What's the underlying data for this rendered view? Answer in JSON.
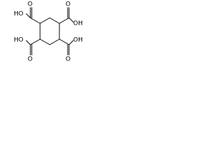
{
  "molecule": {
    "atom_labels": [
      {
        "id": "oh-top-left",
        "text": "HO"
      },
      {
        "id": "oh-top-right",
        "text": "OH"
      },
      {
        "id": "o-top-left",
        "text": "O"
      },
      {
        "id": "o-top-right",
        "text": "O"
      },
      {
        "id": "oh-bottom-left",
        "text": "HO"
      },
      {
        "id": "oh-bottom-right",
        "text": "OH"
      },
      {
        "id": "o-bottom-left",
        "text": "O"
      },
      {
        "id": "o-bottom-right",
        "text": "O"
      }
    ],
    "colors": {
      "bond": "#000000",
      "text": "#000000",
      "background": "#ffffff"
    }
  }
}
